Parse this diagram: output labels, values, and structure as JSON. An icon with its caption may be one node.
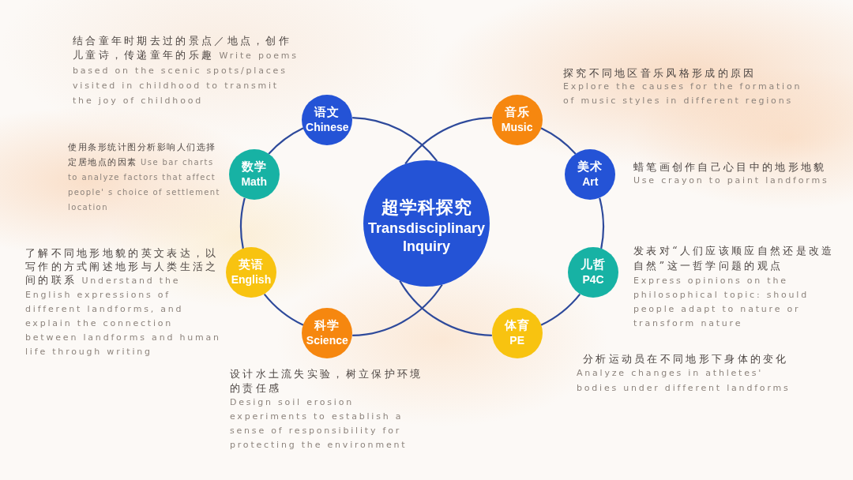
{
  "diagram": {
    "nodes": [
      {
        "text": [
          "超学科探究",
          "Transdisciplinary Inquiry"
        ]
      },
      {
        "text": [
          "语文",
          "Chinese"
        ],
        "beside": [
          "结合童年时期去过的景点／地点，创作儿童诗，传递童年的乐趣 Write poems based on the scenic spots/places visited in childhood to transmit the joy of childhood"
        ]
      },
      {
        "text": [
          "数学",
          "Math"
        ],
        "beside": [
          "使用条形统计图分析影响人们选择定居地点的因素 Use bar charts to analyze factors that affect people' s choice of settlement location"
        ]
      },
      {
        "text": [
          "英语",
          "English"
        ],
        "beside": [
          "了解不同地形地貌的英文表达，以写作的方式阐述地形与人类生活之间的联系 Understand the English expressions of different landforms, and explain the connection between landforms and human life through writing"
        ]
      },
      {
        "text": [
          "科学",
          "Science"
        ],
        "beside": [
          "设计水土流失实验，树立保护环境的责任感",
          "Design soil erosion experiments to establish a sense of responsibility for protecting the environment"
        ]
      },
      {
        "text": [
          "音乐",
          "Music"
        ],
        "beside": [
          "探究不同地区音乐风格形成的原因",
          "Explore the causes for the formation of music styles in different regions"
        ]
      },
      {
        "text": [
          "美术",
          "Art"
        ],
        "beside": [
          "蜡笔画创作自己心目中的地形地貌",
          "Use crayon to paint landforms"
        ]
      },
      {
        "text": [
          "儿哲",
          "P4C"
        ],
        "beside": [
          "发表对“人们应该顺应自然还是改造自然”这一哲学问题的观点",
          "Express opinions on the philosophical topic: should people adapt to nature or transform nature"
        ]
      },
      {
        "text": [
          "体育",
          "PE"
        ],
        "beside": [
          "分析运动员在不同地形下身体的变化",
          "Analyze changes in athletes' bodies under different landforms"
        ]
      }
    ],
    "edges": [
      {
        "from": 1,
        "to": 2,
        "arrow": "none"
      },
      {
        "from": 2,
        "to": 3,
        "arrow": "none"
      },
      {
        "from": 3,
        "to": 4,
        "arrow": "none"
      },
      {
        "from": 4,
        "to": 0,
        "arrow": "none"
      },
      {
        "from": 0,
        "to": 1,
        "arrow": "none"
      },
      {
        "from": 5,
        "to": 6,
        "arrow": "none"
      },
      {
        "from": 6,
        "to": 7,
        "arrow": "none"
      },
      {
        "from": 7,
        "to": 8,
        "arrow": "none"
      },
      {
        "from": 8,
        "to": 0,
        "arrow": "none"
      },
      {
        "from": 0,
        "to": 5,
        "arrow": "none"
      }
    ]
  }
}
